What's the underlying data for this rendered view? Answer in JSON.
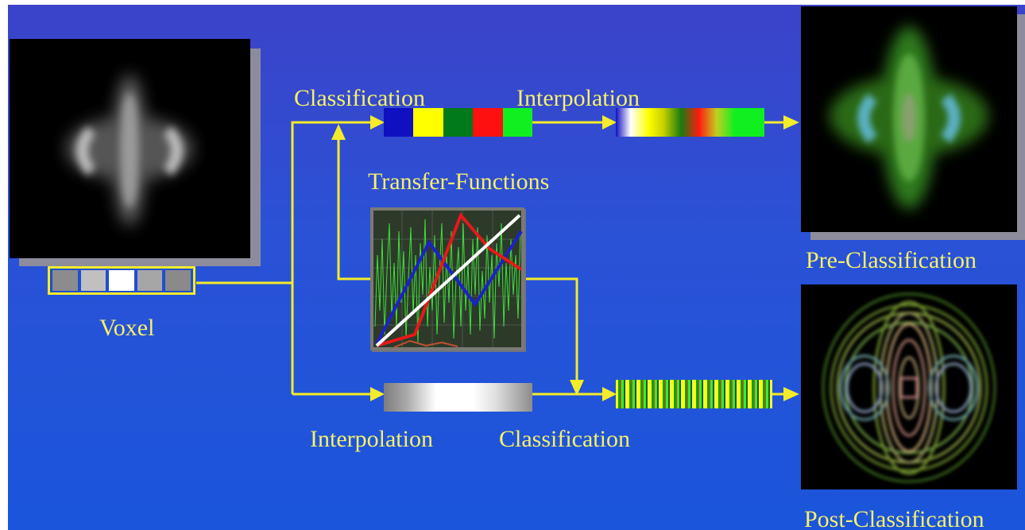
{
  "labels": {
    "classification_top": "Classification",
    "interpolation_top": "Interpolation",
    "transfer_functions": "Transfer-Functions",
    "voxel": "Voxel",
    "interpolation_bottom": "Interpolation",
    "classification_bottom": "Classification",
    "pre_classification": "Pre-Classification",
    "post_classification": "Post-Classification"
  },
  "voxel_cells": [
    "#8c8c8c",
    "#c0c0c0",
    "#ffffff",
    "#a6a6a6",
    "#8a8a8a"
  ],
  "classification_colors": [
    "#1010c0",
    "#ffff00",
    "#007a1a",
    "#ff1010",
    "#10f020"
  ],
  "colors": {
    "arrow": "#f4ec2a",
    "label": "#f6f06a",
    "background_top": "#3b43c9",
    "background_bottom": "#1a55db"
  }
}
